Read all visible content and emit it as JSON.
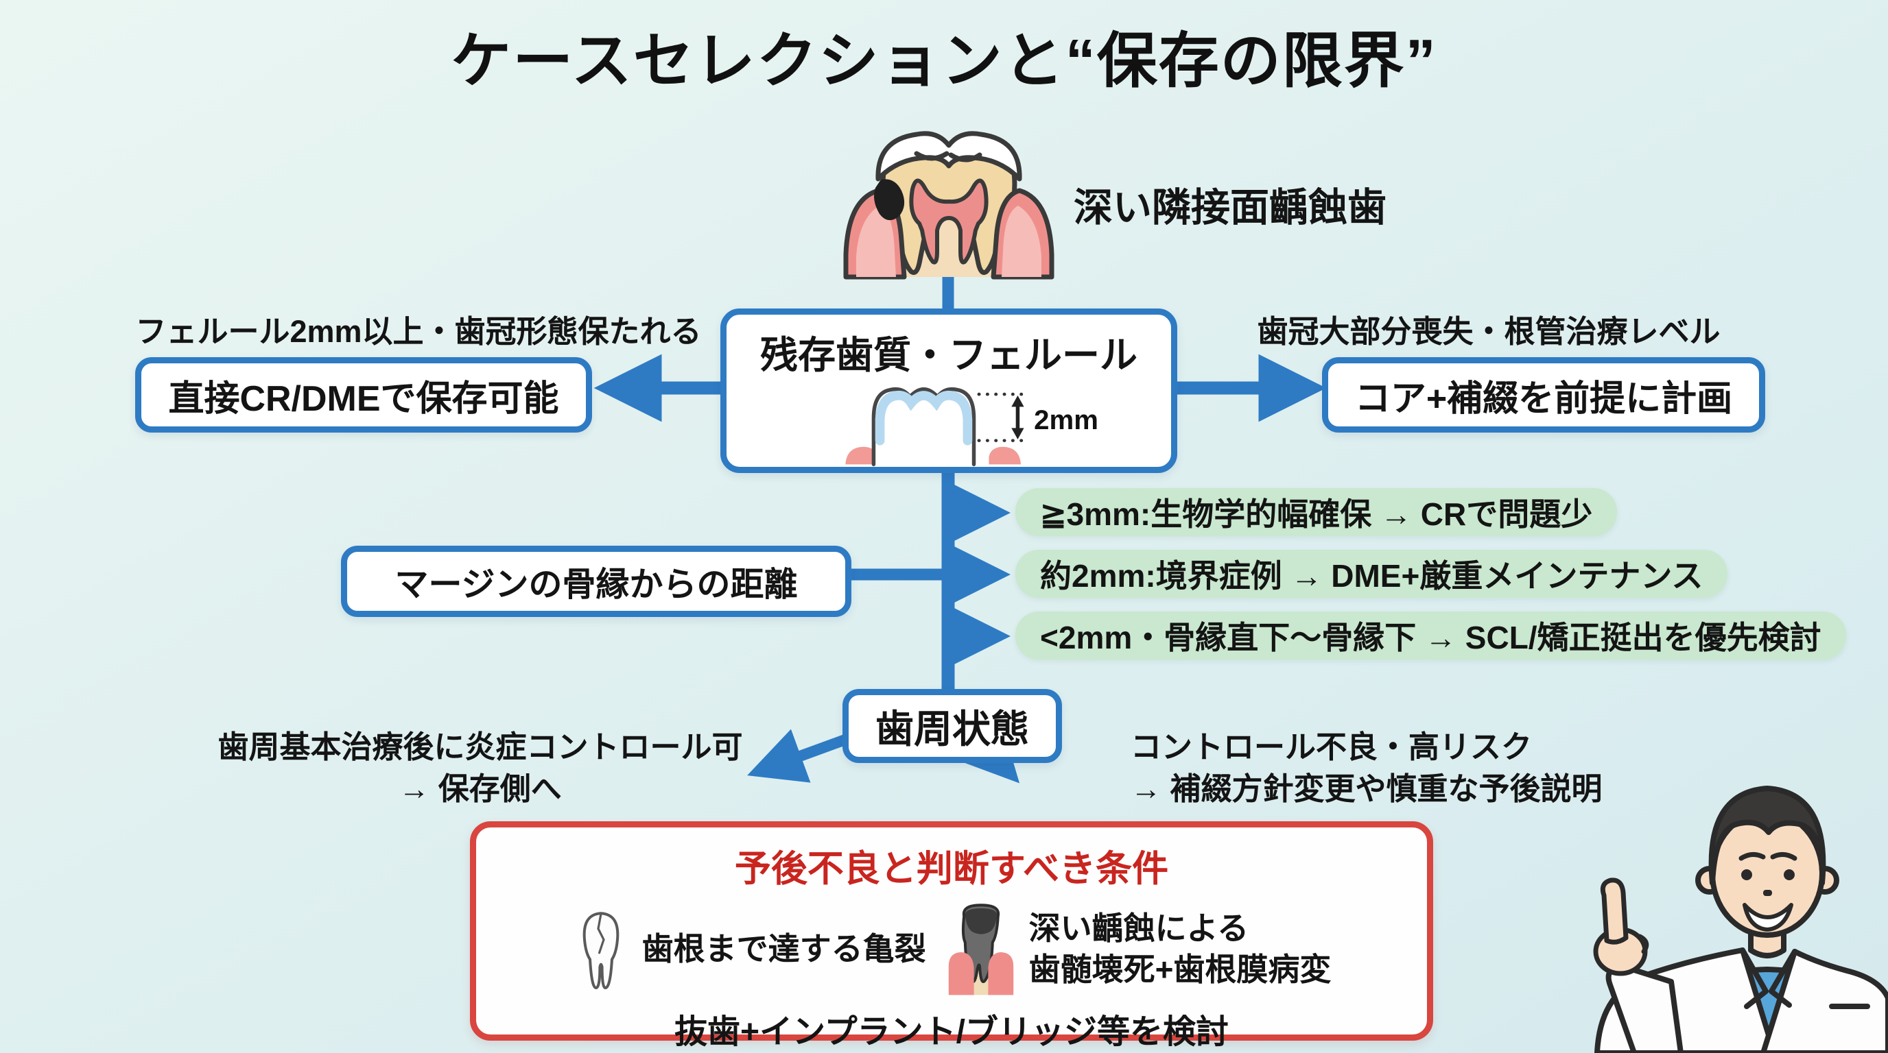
{
  "title": "ケースセレクションと“保存の限界”",
  "colors": {
    "accent_blue": "#2e7bc4",
    "green_bg": "#c9e8cf",
    "red_border": "#d9453f",
    "red_text": "#c9251f",
    "background": "#e0f0f0"
  },
  "top_tooth": {
    "label": "深い隣接面齲蝕歯"
  },
  "ferrule_node": {
    "title": "残存歯質・フェルール",
    "measure": "2mm"
  },
  "left_branch": {
    "note": "フェルール2mm以上・歯冠形態保たれる",
    "action": "直接CR/DMEで保存可能"
  },
  "right_branch": {
    "note": "歯冠大部分喪失・根管治療レベル",
    "action": "コア+補綴を前提に計画"
  },
  "margin_node": {
    "label": "マージンの骨縁からの距離",
    "rules": [
      "≧3mm:生物学的幅確保 → CRで問題少",
      "約2mm:境界症例 → DME+厳重メインテナンス",
      "<2mm・骨縁直下〜骨縁下 → SCL/矯正挺出を優先検討"
    ]
  },
  "perio_node": {
    "label": "歯周状態",
    "favorable": {
      "line1": "歯周基本治療後に炎症コントロール可",
      "line2": "→ 保存側へ"
    },
    "unfavorable": {
      "line1": "コントロール不良・高リスク",
      "line2": "→ 補綴方針変更や慎重な予後説明"
    }
  },
  "poor_prognosis": {
    "title": "予後不良と判断すべき条件",
    "condition1": "歯根まで達する亀裂",
    "condition2_line1": "深い齲蝕による",
    "condition2_line2": "歯髄壊死+歯根膜病変",
    "footer": "抜歯+インプラント/ブリッジ等を検討"
  }
}
